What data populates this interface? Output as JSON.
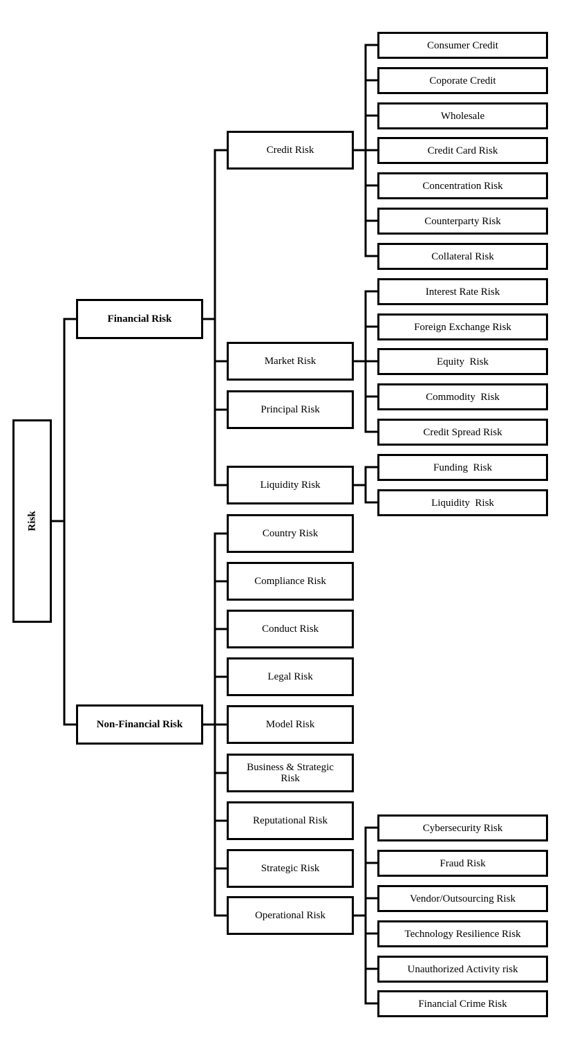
{
  "root": "Risk",
  "financial": {
    "label": "Financial Risk",
    "credit": {
      "label": "Credit Risk",
      "items": [
        "Consumer Credit",
        "Coporate Credit",
        "Wholesale",
        "Credit Card Risk",
        "Concentration Risk",
        "Counterparty Risk",
        "Collateral Risk"
      ]
    },
    "market": {
      "label": "Market Risk",
      "items": [
        "Interest Rate Risk",
        "Foreign Exchange Risk",
        "Equity  Risk",
        "Commodity  Risk",
        "Credit Spread Risk"
      ]
    },
    "principal": {
      "label": "Principal Risk"
    },
    "liquidity": {
      "label": "Liquidity  Risk",
      "items": [
        "Funding  Risk",
        "Liquidity  Risk"
      ]
    }
  },
  "nonfinancial": {
    "label": "Non-Financial Risk",
    "country": "Country Risk",
    "compliance": "Compliance Risk",
    "conduct": "Conduct Risk",
    "legal": "Legal Risk",
    "model": "Model Risk",
    "business": "Business & Strategic Risk",
    "reputational": "Reputational Risk",
    "strategic": "Strategic Risk",
    "operational": {
      "label": "Operational Risk",
      "items": [
        "Cybersecurity Risk",
        "Fraud Risk",
        "Vendor/Outsourcing Risk",
        "Technology Resilience Risk",
        "Unauthorized Activity risk",
        "Financial Crime Risk"
      ]
    }
  }
}
